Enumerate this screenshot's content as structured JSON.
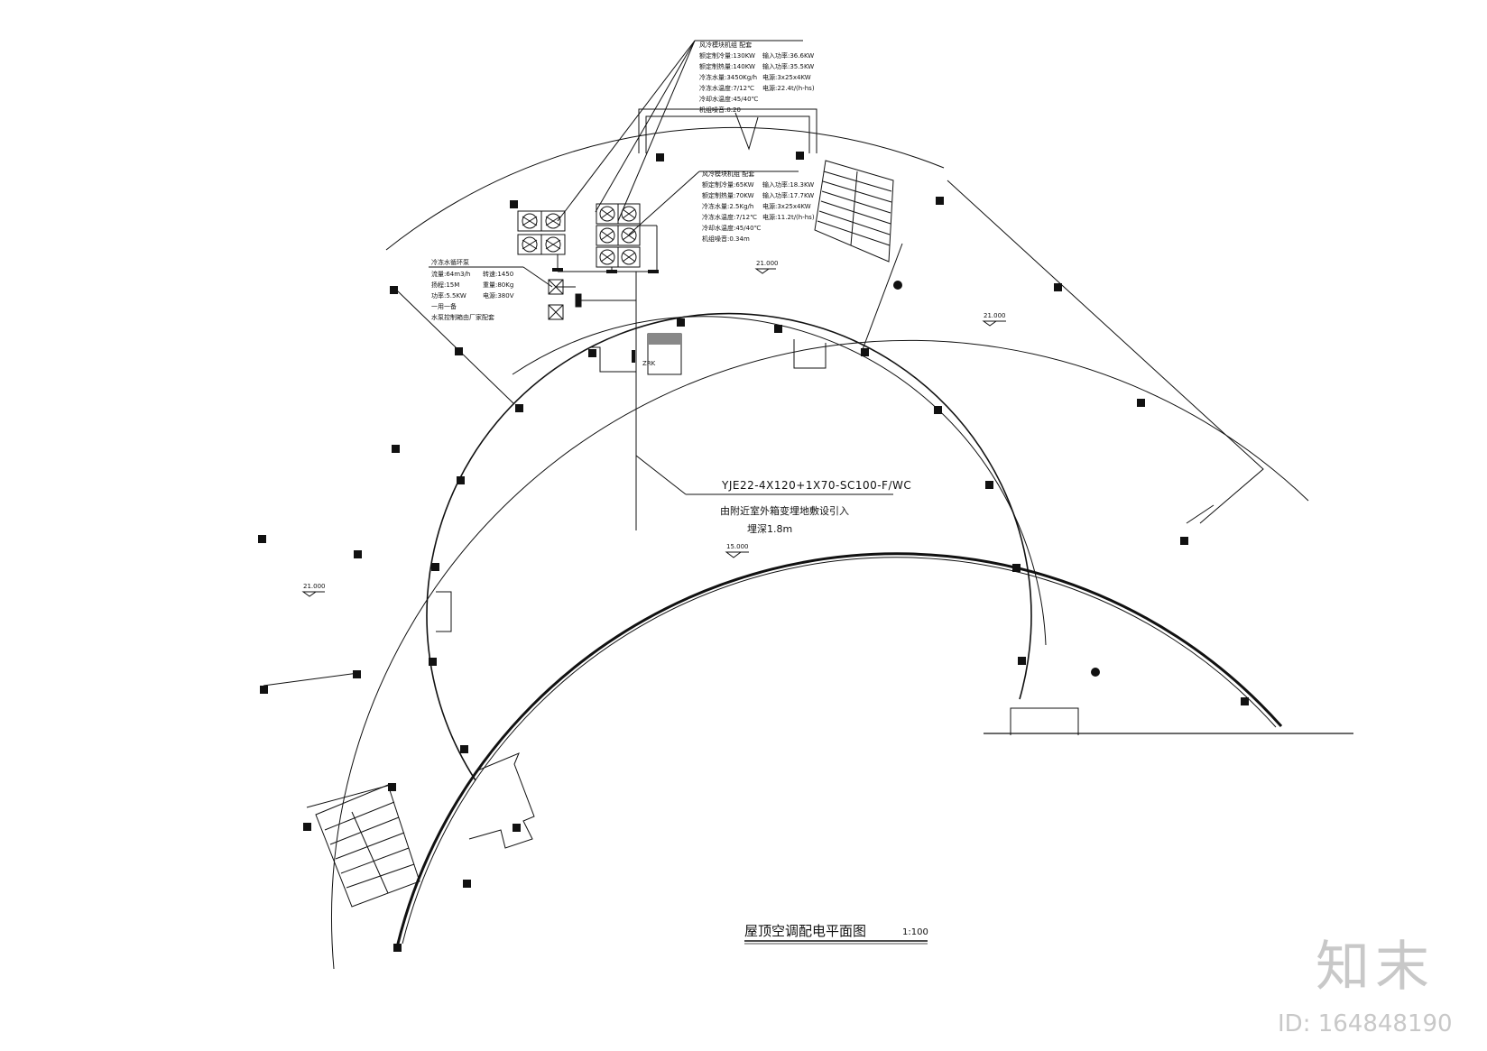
{
  "drawing": {
    "cable_spec": "YJE22-4X120+1X70-SC100-F/WC",
    "cable_note_line1": "由附近室外箱变埋地敷设引入",
    "cable_note_line2": "埋深1.8m",
    "title": "屋顶空调配电平面图",
    "scale": "1:100",
    "elevation_main": "15.000",
    "elevation_right": "21.000",
    "elevation_top": "21.000",
    "elevation_left": "21.000",
    "panel_label": "ZRK"
  },
  "spec_block_top": {
    "header": "风冷模块机组 配套",
    "lines_left": [
      "额定制冷量:130KW",
      "额定制热量:140KW",
      "冷冻水量:3450Kg/h",
      "冷冻水温度:7/12℃",
      "冷却水温度:45/40℃",
      "机组噪音:0.20"
    ],
    "lines_right": [
      "输入功率:36.6KW",
      "输入功率:35.5KW",
      "电源:3x25x4KW",
      "电源:22.4t/(h-hs)"
    ]
  },
  "spec_block_mid": {
    "header": "风冷模块机组 配套",
    "lines_left": [
      "额定制冷量:65KW",
      "额定制热量:70KW",
      "冷冻水量:2.5Kg/h",
      "冷冻水温度:7/12℃",
      "冷却水温度:45/40℃",
      "机组噪音:0.34m"
    ],
    "lines_right": [
      "输入功率:18.3KW",
      "输入功率:17.7KW",
      "电源:3x25x4KW",
      "电源:11.2t/(h-hs)"
    ]
  },
  "spec_block_pump": {
    "header": "冷冻水循环泵",
    "lines_left": [
      "流量:64m3/h",
      "扬程:15M",
      "功率:5.5KW"
    ],
    "lines_right": [
      "转速:1450",
      "重量:80Kg",
      "电源:380V"
    ],
    "footnote": "一用一备",
    "footnote2": "水泵控制箱由厂家配套"
  },
  "watermark": {
    "logo": "知末",
    "id": "ID: 164848190"
  }
}
